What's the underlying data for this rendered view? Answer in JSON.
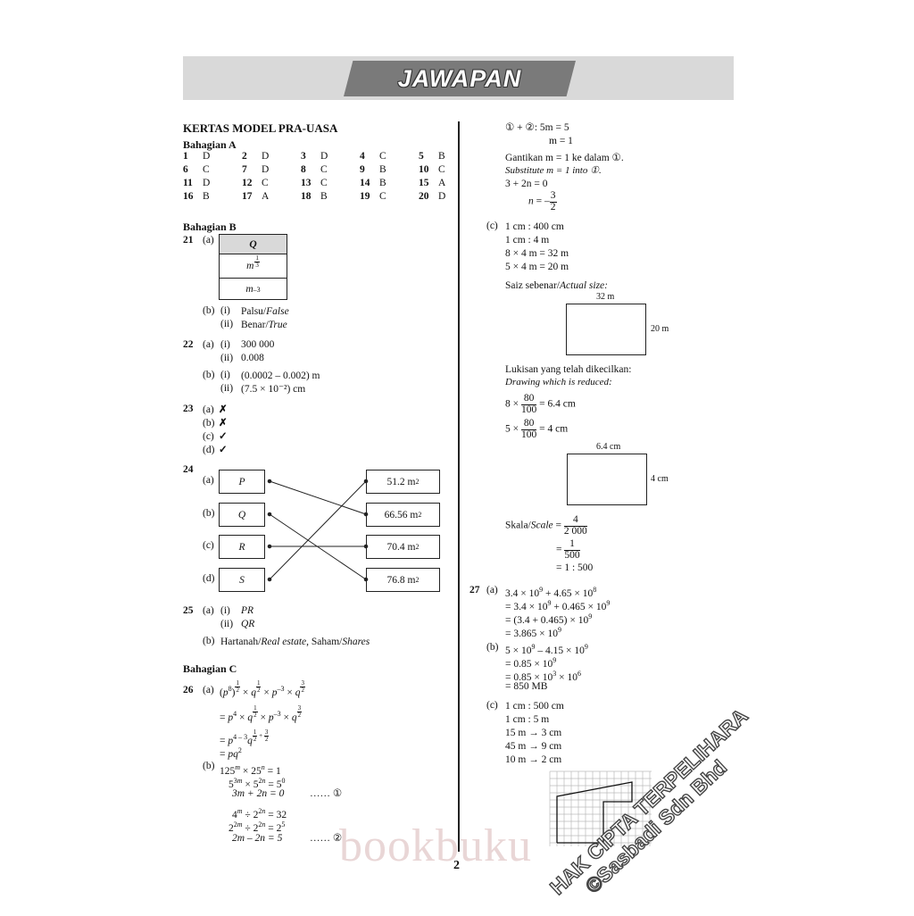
{
  "header": {
    "title": "JAWAPAN"
  },
  "left": {
    "section_title": "KERTAS MODEL PRA-UASA",
    "part_a": {
      "title": "Bahagian A",
      "rows": [
        [
          [
            "1",
            "D"
          ],
          [
            "2",
            "D"
          ],
          [
            "3",
            "D"
          ],
          [
            "4",
            "C"
          ],
          [
            "5",
            "B"
          ]
        ],
        [
          [
            "6",
            "C"
          ],
          [
            "7",
            "D"
          ],
          [
            "8",
            "C"
          ],
          [
            "9",
            "B"
          ],
          [
            "10",
            "C"
          ]
        ],
        [
          [
            "11",
            "D"
          ],
          [
            "12",
            "C"
          ],
          [
            "13",
            "C"
          ],
          [
            "14",
            "B"
          ],
          [
            "15",
            "A"
          ]
        ],
        [
          [
            "16",
            "B"
          ],
          [
            "17",
            "A"
          ],
          [
            "18",
            "B"
          ],
          [
            "19",
            "C"
          ],
          [
            "20",
            "D"
          ]
        ]
      ]
    },
    "part_b": {
      "title": "Bahagian B",
      "q21": {
        "num": "21",
        "a": "(a)",
        "table_header": "Q",
        "b": "(b)",
        "bi": "(i)",
        "bi_text": "Palsu/",
        "bi_en": "False",
        "bii": "(ii)",
        "bii_text": "Benar/",
        "bii_en": "True"
      },
      "q22": {
        "num": "22",
        "a": "(a)",
        "ai": "(i)",
        "ai_text": "300 000",
        "aii": "(ii)",
        "aii_text": "0.008",
        "b": "(b)",
        "bi": "(i)",
        "bi_text": "(0.0002 – 0.002) m",
        "bii": "(ii)",
        "bii_text": "(7.5 × 10⁻²) cm"
      },
      "q23": {
        "num": "23",
        "items": [
          [
            "(a)",
            "✗"
          ],
          [
            "(b)",
            "✗"
          ],
          [
            "(c)",
            "✓"
          ],
          [
            "(d)",
            "✓"
          ]
        ]
      },
      "q24": {
        "num": "24",
        "left_labels": [
          "(a)",
          "(b)",
          "(c)",
          "(d)"
        ],
        "left_boxes": [
          "P",
          "Q",
          "R",
          "S"
        ],
        "right_boxes": [
          "51.2 m",
          "66.56 m",
          "70.4 m",
          "76.8 m"
        ],
        "right_sup": "2"
      },
      "q25": {
        "num": "25",
        "a": "(a)",
        "ai": "(i)",
        "ai_text": "PR",
        "aii": "(ii)",
        "aii_text": "QR",
        "b": "(b)",
        "b_text1": "Hartanah/",
        "b_en1": "Real estate",
        "b_text2": ", Saham/",
        "b_en2": "Shares"
      }
    },
    "part_c": {
      "title": "Bahagian C",
      "q26": {
        "num": "26",
        "a": "(a)",
        "b": "(b)",
        "eq1": "3m + 2n = 0",
        "eq2": "2m – 2n = 5",
        "dots1": "…… ①",
        "dots2": "…… ②"
      }
    }
  },
  "right": {
    "top_lines": [
      "① + ②: 5m = 5",
      "m = 1"
    ],
    "gantikan": "Gantikan m = 1 ke dalam ①.",
    "substitute": "Substitute m = 1 into ①.",
    "sub_eq": "3 + 2n = 0",
    "q26c": {
      "label": "(c)",
      "lines": [
        "1 cm : 400 cm",
        "1 cm : 4 m",
        "8 × 4 m = 32 m",
        "5 × 4 m = 20 m"
      ],
      "actual_size": "Saiz sebenar/",
      "actual_size_en": "Actual size:",
      "rect1_w": "32 m",
      "rect1_h": "20 m",
      "reduced": "Lukisan yang telah dikecilkan:",
      "reduced_en": "Drawing which is reduced:",
      "calc1_res": "= 6.4 cm",
      "calc2_res": "= 4 cm",
      "rect2_w": "6.4 cm",
      "rect2_h": "4 cm",
      "scale_label": "Skala/",
      "scale_en": "Scale",
      "scale_end": "= 1 : 500"
    },
    "q27": {
      "num": "27",
      "a": "(a)",
      "b": "(b)",
      "c": "(c)",
      "b_last": "= 850 MB",
      "c_lines": [
        "1 cm : 500 cm",
        "1 cm : 5 m",
        "15 m → 3 cm",
        "45 m → 9 cm",
        "10 m → 2 cm"
      ]
    }
  },
  "page_number": "2",
  "watermark": {
    "line1": "HAK CIPTA TERPELIHARA",
    "line2": "©Sasbadi Sdn Bhd",
    "bookbuku": "bookbuku"
  }
}
